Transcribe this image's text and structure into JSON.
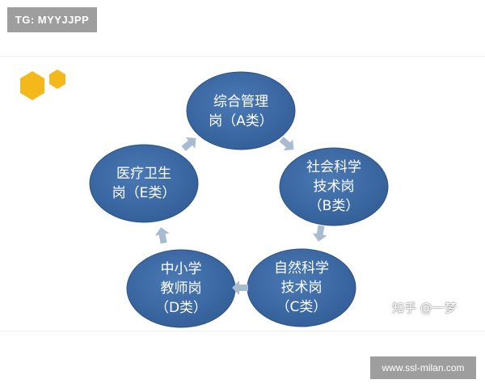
{
  "tag": "TG: MYYJJPP",
  "url_badge": "www.ssl-milan.com",
  "watermark": "知乎 @一梦",
  "colors": {
    "node_fill": "#3d6aa3",
    "node_edge": "#2c5285",
    "arrow": "#a9bccf",
    "hexagon": "#f5b81a"
  },
  "diagram": {
    "nodes": [
      {
        "id": "A",
        "line1": "综合管理",
        "line2": "岗（A类）"
      },
      {
        "id": "B",
        "line1": "社会科学",
        "line2": "技术岗",
        "line3": "（B类）"
      },
      {
        "id": "C",
        "line1": "自然科学",
        "line2": "技术岗",
        "line3": "（C类）"
      },
      {
        "id": "D",
        "line1": "中小学",
        "line2": "教师岗",
        "line3": "（D类）"
      },
      {
        "id": "E",
        "line1": "医疗卫生",
        "line2": "岗（E类）"
      }
    ],
    "cycle": [
      "A",
      "B",
      "C",
      "D",
      "E",
      "A"
    ]
  }
}
